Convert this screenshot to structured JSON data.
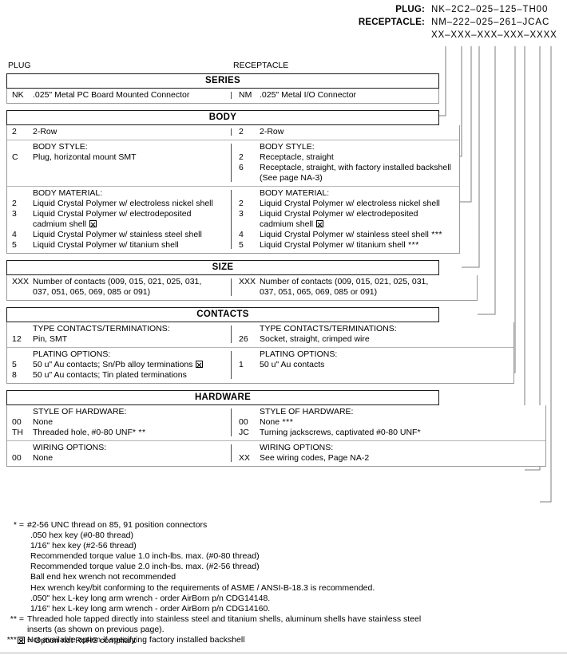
{
  "header": {
    "plug_label": "PLUG:",
    "plug_value": "NK–2C2–025–125–TH00",
    "receptacle_label": "RECEPTACLE:",
    "receptacle_value": "NM–222–025–261–JCAC",
    "generic_value": "XX–XXX–XXX–XXX–XXXX"
  },
  "columns": {
    "left": "PLUG",
    "right": "RECEPTACLE"
  },
  "sections": [
    {
      "title": "SERIES",
      "subsections": [
        {
          "left": {
            "head": "",
            "options": [
              {
                "code": "NK",
                "text": ".025\" Metal PC Board Mounted Connector"
              }
            ]
          },
          "right": {
            "head": "",
            "options": [
              {
                "code": "NM",
                "text": ".025\" Metal I/O Connector"
              }
            ]
          }
        }
      ]
    },
    {
      "title": "BODY",
      "subsections": [
        {
          "left": {
            "head": "",
            "options": [
              {
                "code": "2",
                "text": "2-Row"
              }
            ]
          },
          "right": {
            "head": "",
            "options": [
              {
                "code": "2",
                "text": "2-Row"
              }
            ]
          }
        },
        {
          "left": {
            "head": "BODY STYLE:",
            "options": [
              {
                "code": "C",
                "text": "Plug, horizontal mount SMT"
              }
            ]
          },
          "right": {
            "head": "BODY STYLE:",
            "options": [
              {
                "code": "2",
                "text": "Receptacle, straight"
              },
              {
                "code": "6",
                "text": "Receptacle, straight, with factory installed backshell",
                "cont": "(See page NA-3)"
              }
            ]
          }
        },
        {
          "left": {
            "head": "BODY MATERIAL:",
            "options": [
              {
                "code": "2",
                "text": "Liquid Crystal Polymer w/ electroless nickel shell"
              },
              {
                "code": "3",
                "text": "Liquid Crystal Polymer w/ electrodeposited",
                "cont": "cadmium shell",
                "cont_rohs": true
              },
              {
                "code": "4",
                "text": "Liquid Crystal Polymer w/ stainless steel shell"
              },
              {
                "code": "5",
                "text": "Liquid Crystal Polymer w/ titanium shell"
              }
            ]
          },
          "right": {
            "head": "BODY MATERIAL:",
            "options": [
              {
                "code": "2",
                "text": "Liquid Crystal Polymer w/ electroless nickel shell"
              },
              {
                "code": "3",
                "text": "Liquid Crystal Polymer w/ electrodeposited",
                "cont": "cadmium shell",
                "cont_rohs": true
              },
              {
                "code": "4",
                "text": "Liquid Crystal Polymer w/ stainless steel shell",
                "stars": "***"
              },
              {
                "code": "5",
                "text": "Liquid Crystal Polymer w/ titanium shell",
                "stars": "***"
              }
            ]
          }
        }
      ]
    },
    {
      "title": "SIZE",
      "subsections": [
        {
          "left": {
            "head": "",
            "options": [
              {
                "code": "XXX",
                "text": "Number of contacts (009, 015, 021, 025, 031,",
                "cont": "037, 051, 065, 069, 085 or 091)"
              }
            ]
          },
          "right": {
            "head": "",
            "options": [
              {
                "code": "XXX",
                "text": "Number of contacts (009, 015, 021, 025, 031,",
                "cont": "037, 051, 065, 069, 085 or 091)"
              }
            ]
          }
        }
      ]
    },
    {
      "title": "CONTACTS",
      "subsections": [
        {
          "left": {
            "head": "TYPE CONTACTS/TERMINATIONS:",
            "options": [
              {
                "code": "12",
                "text": "Pin, SMT"
              }
            ]
          },
          "right": {
            "head": "TYPE CONTACTS/TERMINATIONS:",
            "options": [
              {
                "code": "26",
                "text": "Socket, straight, crimped wire"
              }
            ]
          }
        },
        {
          "left": {
            "head": "PLATING OPTIONS:",
            "options": [
              {
                "code": "5",
                "text": "50 u\" Au contacts; Sn/Pb alloy terminations",
                "rohs": true
              },
              {
                "code": "8",
                "text": "50 u\" Au contacts; Tin plated terminations"
              }
            ]
          },
          "right": {
            "head": "PLATING OPTIONS:",
            "options": [
              {
                "code": "1",
                "text": "50 u\" Au contacts"
              }
            ]
          }
        }
      ]
    },
    {
      "title": "HARDWARE",
      "subsections": [
        {
          "left": {
            "head": "STYLE OF HARDWARE:",
            "options": [
              {
                "code": "00",
                "text": "None"
              },
              {
                "code": "TH",
                "text": "Threaded hole, #0-80 UNF*",
                "stars": "**"
              }
            ]
          },
          "right": {
            "head": "STYLE OF HARDWARE:",
            "options": [
              {
                "code": "00",
                "text": "None",
                "stars": "***"
              },
              {
                "code": "JC",
                "text": "Turning jackscrews, captivated #0-80 UNF*"
              }
            ]
          }
        },
        {
          "left": {
            "head": "WIRING OPTIONS:",
            "options": [
              {
                "code": "00",
                "text": "None"
              }
            ]
          },
          "right": {
            "head": "WIRING OPTIONS:",
            "options": [
              {
                "code": "XX",
                "text": "See wiring codes, Page NA-2"
              }
            ]
          }
        }
      ]
    }
  ],
  "notes": [
    {
      "mark": "* =",
      "lines": [
        "#2-56 UNC thread on 85, 91 position connectors"
      ]
    },
    {
      "mark": "",
      "indent": true,
      "lines": [
        ".050 hex key (#0-80 thread)",
        "1/16\" hex key (#2-56 thread)",
        "Recommended torque value 1.0 inch-lbs. max. (#0-80 thread)",
        "Recommended torque value 2.0 inch-lbs. max. (#2-56 thread)",
        "Ball end hex wrench not recommended",
        "Hex wrench key/bit conforming to the requirements of ASME / ANSI-B-18.3 is recommended.",
        ".050\" hex L-key long arm wrench - order AirBorn p/n CDG14148.",
        "1/16\" hex L-key long arm wrench - order AirBorn p/n CDG14160."
      ]
    },
    {
      "mark": "** =",
      "lines": [
        "Threaded hole tapped directly into stainless steel and titanium shells, aluminum shells have stainless steel",
        "inserts (as shown on previous page)."
      ]
    },
    {
      "mark": "*** =",
      "lines": [
        "Not available option if specifying factory installed backshell"
      ]
    }
  ],
  "legend": {
    "text": "= Option not RoHS compliant"
  }
}
